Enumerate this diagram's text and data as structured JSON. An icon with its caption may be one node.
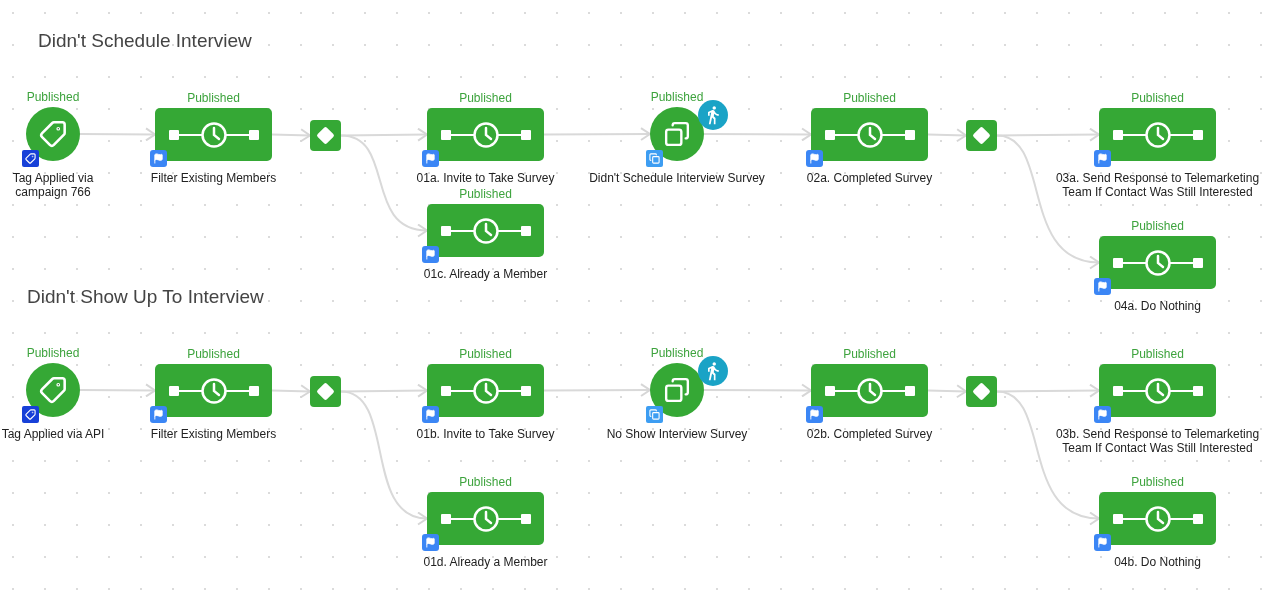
{
  "diagram": {
    "nodes": [
      {
        "text": [
          "Published",
          "Tag Applied via campaign 766"
        ]
      },
      {
        "text": [
          "Published",
          "Filter Existing Members"
        ]
      },
      {
        "text": [],
        "shape": "diamond"
      },
      {
        "text": [
          "Published",
          "01a. Invite to Take Survey"
        ]
      },
      {
        "text": [
          "Published",
          "01c. Already a Member"
        ]
      },
      {
        "text": [
          "Published",
          "Didn't Schedule Interview Survey"
        ]
      },
      {
        "text": [
          "Published",
          "02a. Completed Survey"
        ]
      },
      {
        "text": [],
        "shape": "diamond"
      },
      {
        "text": [
          "Published",
          "03a. Send Response to Telemarketing Team If Contact Was Still Interested"
        ]
      },
      {
        "text": [
          "Published",
          "04a. Do Nothing"
        ]
      },
      {
        "text": [
          "Published",
          "Tag Applied via API"
        ]
      },
      {
        "text": [
          "Published",
          "Filter Existing Members"
        ]
      },
      {
        "text": [],
        "shape": "diamond"
      },
      {
        "text": [
          "Published",
          "01b. Invite to Take Survey"
        ]
      },
      {
        "text": [
          "Published",
          "01d. Already a Member"
        ]
      },
      {
        "text": [
          "Published",
          "No Show Interview Survey"
        ]
      },
      {
        "text": [
          "Published",
          "02b. Completed Survey"
        ]
      },
      {
        "text": [],
        "shape": "diamond"
      },
      {
        "text": [
          "Published",
          "03b. Send Response to Telemarketing Team If Contact Was Still Interested"
        ]
      },
      {
        "text": [
          "Published",
          "04b. Do Nothing"
        ]
      }
    ],
    "edges": [
      {
        "from": 0,
        "to": 1,
        "arrow": "to"
      },
      {
        "from": 1,
        "to": 2,
        "arrow": "to"
      },
      {
        "from": 2,
        "to": 3,
        "arrow": "to"
      },
      {
        "from": 2,
        "to": 4,
        "arrow": "to"
      },
      {
        "from": 3,
        "to": 5,
        "arrow": "to"
      },
      {
        "from": 5,
        "to": 6,
        "arrow": "to"
      },
      {
        "from": 6,
        "to": 7,
        "arrow": "to"
      },
      {
        "from": 7,
        "to": 8,
        "arrow": "to"
      },
      {
        "from": 7,
        "to": 9,
        "arrow": "to"
      },
      {
        "from": 10,
        "to": 11,
        "arrow": "to"
      },
      {
        "from": 11,
        "to": 12,
        "arrow": "to"
      },
      {
        "from": 12,
        "to": 13,
        "arrow": "to"
      },
      {
        "from": 12,
        "to": 14,
        "arrow": "to"
      },
      {
        "from": 13,
        "to": 15,
        "arrow": "to"
      },
      {
        "from": 15,
        "to": 16,
        "arrow": "to"
      },
      {
        "from": 16,
        "to": 17,
        "arrow": "to"
      },
      {
        "from": 17,
        "to": 18,
        "arrow": "to"
      },
      {
        "from": 17,
        "to": 19,
        "arrow": "to"
      }
    ],
    "labels": [
      "Didn't Schedule Interview",
      "Didn't Show Up To Interview"
    ]
  }
}
